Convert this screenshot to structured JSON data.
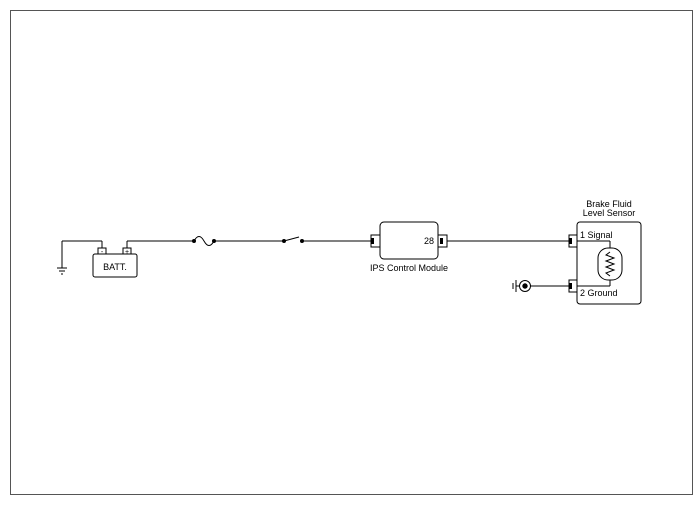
{
  "battery": {
    "label": "BATT.",
    "neg_terminal": "-",
    "pos_terminal": "+"
  },
  "ips_module": {
    "label": "IPS Control Module",
    "pin": "28"
  },
  "sensor": {
    "title_line1": "Brake Fluid",
    "title_line2": "Level Sensor",
    "pin1": "1 Signal",
    "pin2": "2 Ground"
  },
  "icons": [
    "chassis-ground-icon",
    "fuse-icon",
    "switch-icon",
    "variable-resistor-icon",
    "ground-point-icon"
  ]
}
